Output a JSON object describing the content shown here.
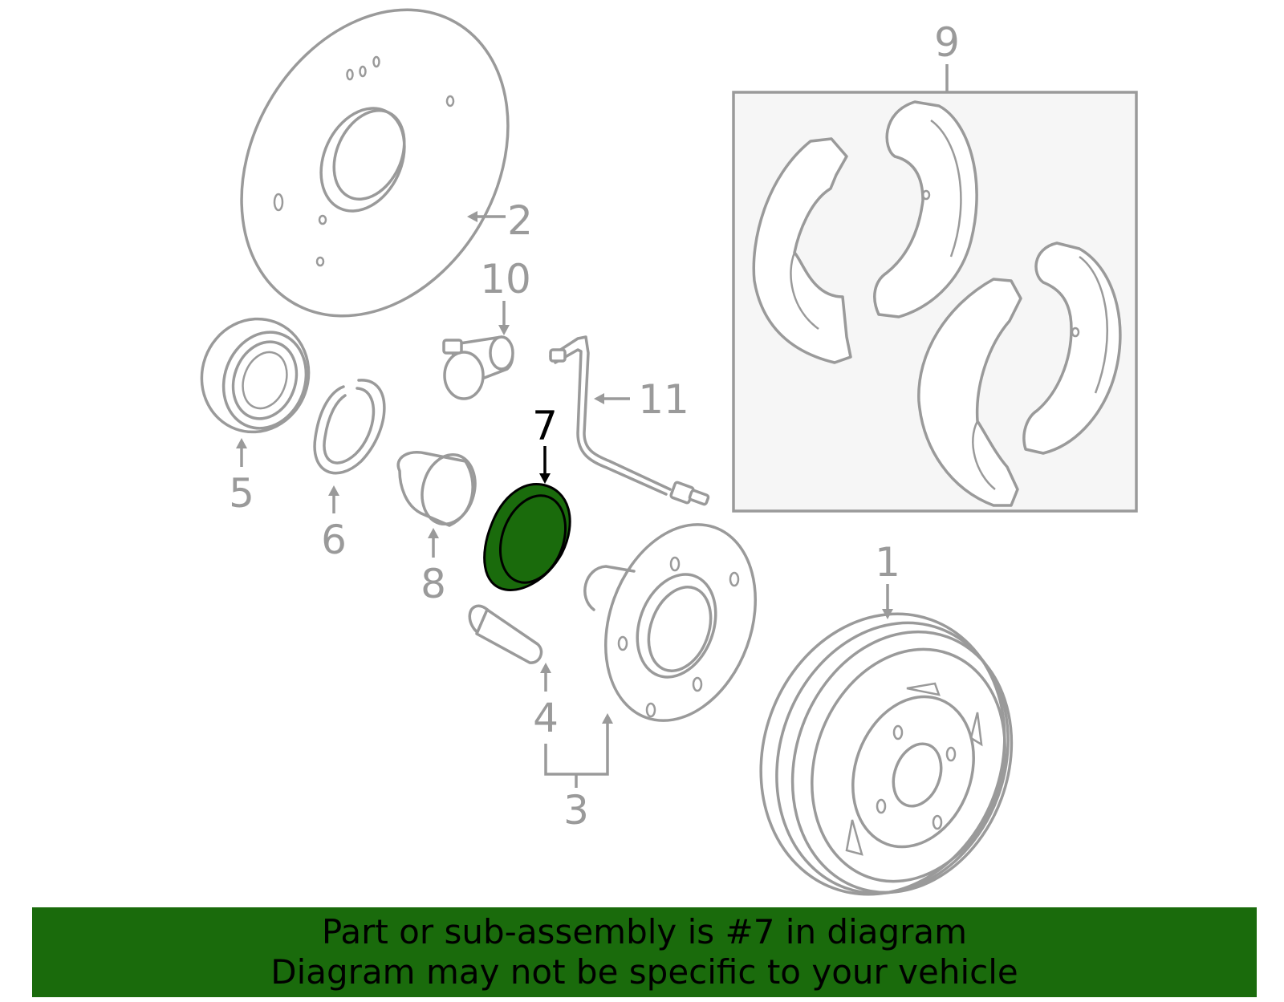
{
  "colors": {
    "highlight": "#1a6b0c",
    "part_stroke": "#9a9a9a",
    "banner": "#1a6b0c",
    "shoe_box_fill": "#f6f6f6"
  },
  "callouts": {
    "n1": "1",
    "n2": "2",
    "n3": "3",
    "n4": "4",
    "n5": "5",
    "n6": "6",
    "n7": "7",
    "n8": "8",
    "n9": "9",
    "n10": "10",
    "n11": "11"
  },
  "highlighted_part": "7",
  "banner": {
    "line1": "Part or sub-assembly is #7 in diagram",
    "line2": "Diagram may not be specific to your vehicle"
  }
}
